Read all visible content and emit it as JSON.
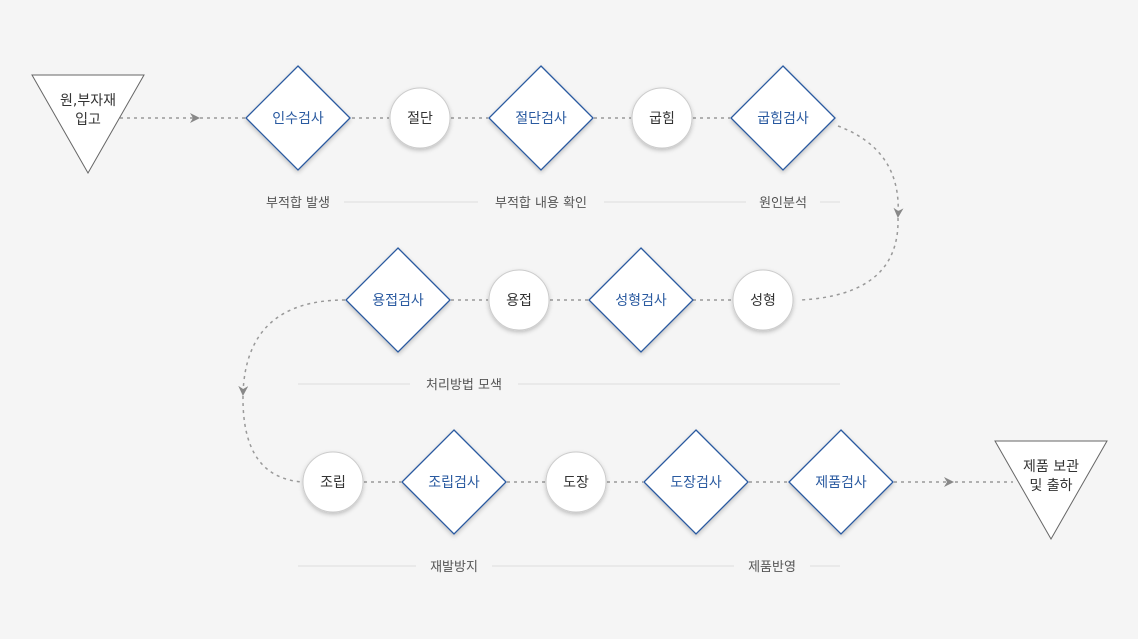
{
  "start": {
    "lines": [
      "원,부자재",
      "입고"
    ]
  },
  "end": {
    "lines": [
      "제품 보관",
      "및 출하"
    ]
  },
  "row1": {
    "steps": [
      "인수검사",
      "절단",
      "절단검사",
      "굽힘",
      "굽힘검사"
    ],
    "labels": [
      "부적합 발생",
      "부적합 내용 확인",
      "원인분석"
    ]
  },
  "row2": {
    "steps": [
      "용접검사",
      "용접",
      "성형검사",
      "성형"
    ],
    "labels": [
      "처리방법 모색"
    ]
  },
  "row3": {
    "steps": [
      "조립",
      "조립검사",
      "도장",
      "도장검사",
      "제품검사"
    ],
    "labels": [
      "재발방지",
      "제품반영"
    ]
  },
  "colors": {
    "background": "#f5f5f5",
    "diamond_stroke": "#2a5aa0",
    "inspection_text": "#2a5aa0",
    "circle_stroke": "#cccccc",
    "connector": "#999999"
  }
}
